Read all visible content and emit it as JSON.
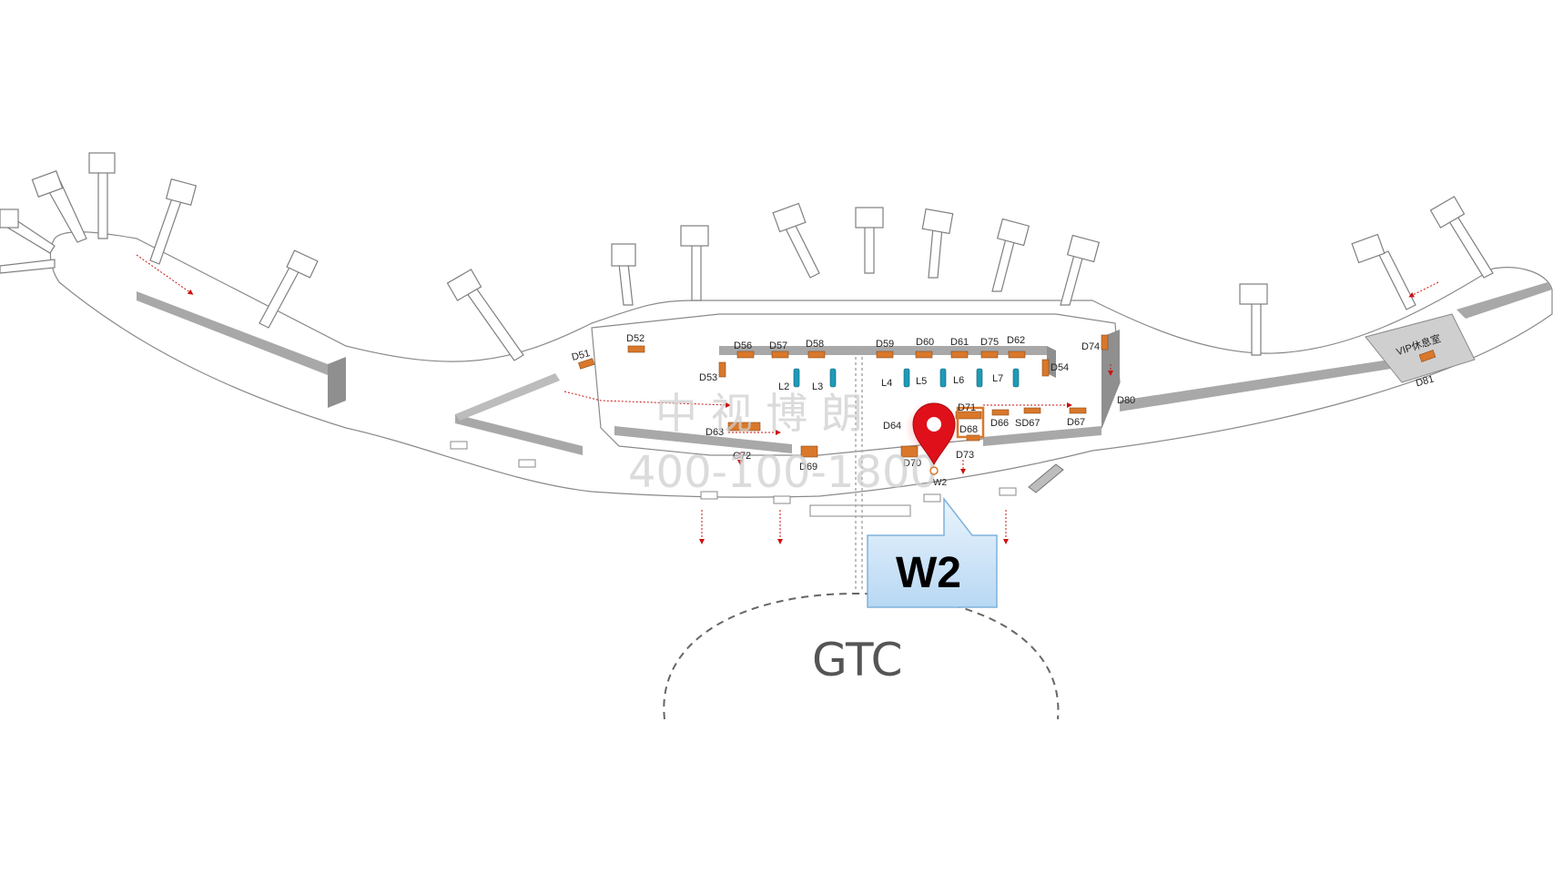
{
  "map": {
    "target_marker": {
      "label": "W2",
      "callout_label": "W2",
      "pin_color": "#e0101a"
    },
    "gtc_label": "GTC",
    "vip_label": "VIP休息室",
    "watermark": {
      "line1": "中 视 博 朗",
      "line2": "400-100-1800"
    },
    "ad_spots": [
      "D51",
      "D52",
      "D53",
      "D54",
      "D56",
      "D57",
      "D58",
      "D59",
      "D60",
      "D61",
      "D75",
      "D62",
      "D74",
      "D80",
      "D63",
      "C72",
      "D69",
      "D64",
      "D70",
      "D71",
      "D68",
      "D73",
      "D66",
      "SD67",
      "D67",
      "D81"
    ],
    "lounges": [
      "L2",
      "L3",
      "L4",
      "L5",
      "L6",
      "L7"
    ],
    "colors": {
      "ad_spot": "#d9782b",
      "lounge": "#1e9bb8",
      "wall": "#9a9a9a",
      "arrow": "#cc1111"
    }
  }
}
